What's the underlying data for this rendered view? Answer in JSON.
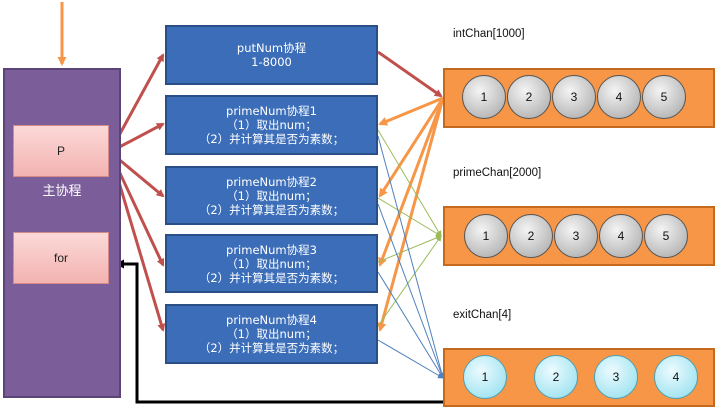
{
  "main": {
    "label": "主协程",
    "p_label": "P",
    "for_label": "for"
  },
  "coroutines": [
    {
      "title": "putNum协程",
      "lines": [
        "1-8000"
      ]
    },
    {
      "title": "primeNum协程1",
      "lines": [
        "（1）取出num；",
        "（2）并计算其是否为素数；"
      ]
    },
    {
      "title": "primeNum协程2",
      "lines": [
        "（1）取出num；",
        "（2）并计算其是否为素数；"
      ]
    },
    {
      "title": "primeNum协程3",
      "lines": [
        "（1）取出num；",
        "（2）并计算其是否为素数；"
      ]
    },
    {
      "title": "primeNum协程4",
      "lines": [
        "（1）取出num；",
        "（2）并计算其是否为素数；"
      ]
    }
  ],
  "channels": [
    {
      "label": "intChan[1000]",
      "items": [
        "1",
        "2",
        "3",
        "4",
        "5"
      ]
    },
    {
      "label": "primeChan[2000]",
      "items": [
        "1",
        "2",
        "3",
        "4",
        "5"
      ]
    },
    {
      "label": "exitChan[4]",
      "items": [
        "1",
        "2",
        "3",
        "4"
      ]
    }
  ],
  "colors": {
    "main": "#7a5d99",
    "coroutine": "#3b6db8",
    "channel": "#f79646",
    "red_arrow": "#c0504d",
    "orange_arrow": "#f79646"
  }
}
